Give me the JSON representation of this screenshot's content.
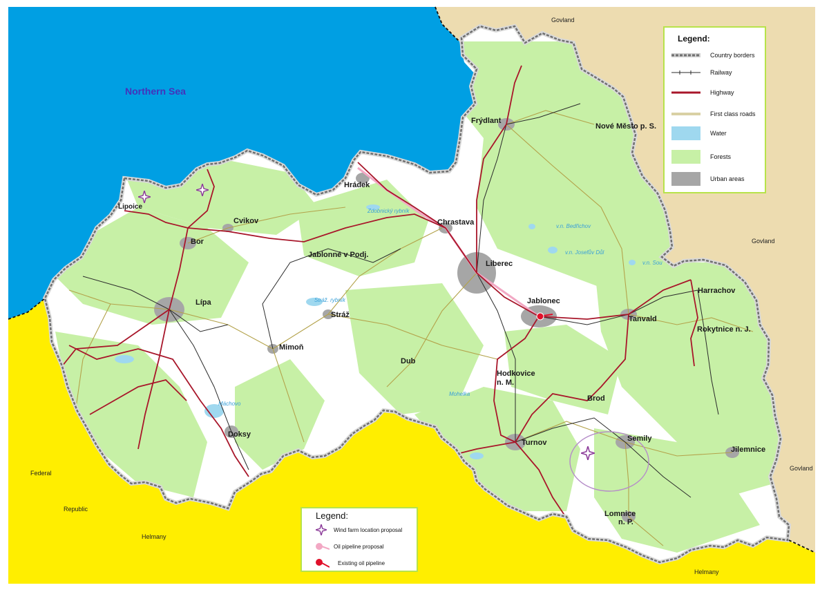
{
  "map": {
    "sea_label": "Northern Sea",
    "regions": [
      "Govland",
      "Govland",
      "Govland",
      "Federal",
      "Republic",
      "Helmany",
      "Helmany"
    ],
    "towns": [
      "Frýdlant",
      "Nové Město p. S.",
      "Hrádek",
      "Lipoice",
      "Cvikov",
      "Bor",
      "Chrastava",
      "Jablonné v Podj.",
      "Liberec",
      "Lípa",
      "Stráž",
      "Jablonec",
      "Harrachov",
      "Tanvald",
      "Rokytnice n. J.",
      "Mimoň",
      "Dub",
      "Hodkovice",
      "n. M.",
      "Brod",
      "Doksy",
      "Turnov",
      "Semily",
      "Jilemnice",
      "Lomnice",
      "n. P."
    ],
    "water_labels": [
      "v.n. Bedřichov",
      "v.n. Josefův Důl",
      "v.n. Sou",
      "Máchovo",
      "Stráž. rybník",
      "Zdobnický rybník",
      "Mohelka"
    ],
    "colors": {
      "sea": "#009fe3",
      "govland": "#eddcb0",
      "helmany": "#ffee00",
      "region_land": "#ffffff",
      "forest": "#c7f0a6",
      "urban": "#a6a6a6",
      "highway": "#a8162a",
      "railway": "#2a2a2a",
      "first_class_road": "#b3a24a",
      "border": "#6f6f6f",
      "pipeline_existing": "#e0102a",
      "pipeline_proposed": "#f2a8c4",
      "wind_farm": "#8b3a99"
    }
  },
  "legend_main": {
    "title": "Legend:",
    "items": [
      {
        "label": "Country borders",
        "symbol": "border-line-icon"
      },
      {
        "label": "Railway",
        "symbol": "railway-line-icon"
      },
      {
        "label": "Highway",
        "symbol": "highway-line-icon"
      },
      {
        "label": "First class roads",
        "symbol": "first-class-road-icon"
      },
      {
        "label": "Water",
        "symbol": "water-swatch-icon"
      },
      {
        "label": "Forests",
        "symbol": "forest-swatch-icon"
      },
      {
        "label": "Urban areas",
        "symbol": "urban-swatch-icon"
      }
    ]
  },
  "legend_proposals": {
    "title": "Legend:",
    "items": [
      {
        "label": "Wind farm location proposal",
        "symbol": "wind-farm-icon"
      },
      {
        "label": "Oil pipeline proposal",
        "symbol": "oil-pipeline-proposal-icon"
      },
      {
        "label": "Existing oil pipeline",
        "symbol": "existing-oil-pipeline-icon"
      }
    ]
  }
}
